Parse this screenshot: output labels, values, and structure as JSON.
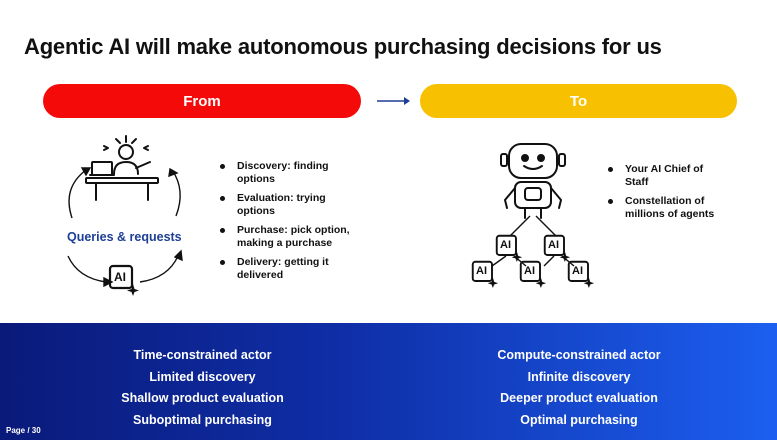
{
  "title": "Agentic AI will make autonomous purchasing decisions for us",
  "from_label": "From",
  "to_label": "To",
  "left": {
    "cycle_label": "Queries & requests",
    "bullets": [
      "Discovery: finding options",
      "Evaluation: trying options",
      "Purchase: pick option, making a purchase",
      "Delivery: getting it delivered"
    ]
  },
  "right": {
    "bullets": [
      "Your AI Chief of Staff",
      "Constellation of millions of agents"
    ]
  },
  "ai_badge_text": "AI",
  "bottom": {
    "left": [
      "Time-constrained actor",
      "Limited discovery",
      "Shallow product evaluation",
      "Suboptimal purchasing"
    ],
    "right": [
      "Compute-constrained actor",
      "Infinite discovery",
      "Deeper product evaluation",
      "Optimal purchasing"
    ]
  },
  "page_number": "Page / 30",
  "colors": {
    "from_pill": "#f50a0a",
    "to_pill": "#f7c000",
    "band_start": "#0a1a7a",
    "band_end": "#1c5ff0",
    "queries_text": "#1e3f96"
  },
  "icons": [
    "frustrated-person-at-desk-icon",
    "ai-sparkle-icon",
    "robot-icon",
    "cycle-arrows-icon",
    "right-arrow-icon"
  ]
}
